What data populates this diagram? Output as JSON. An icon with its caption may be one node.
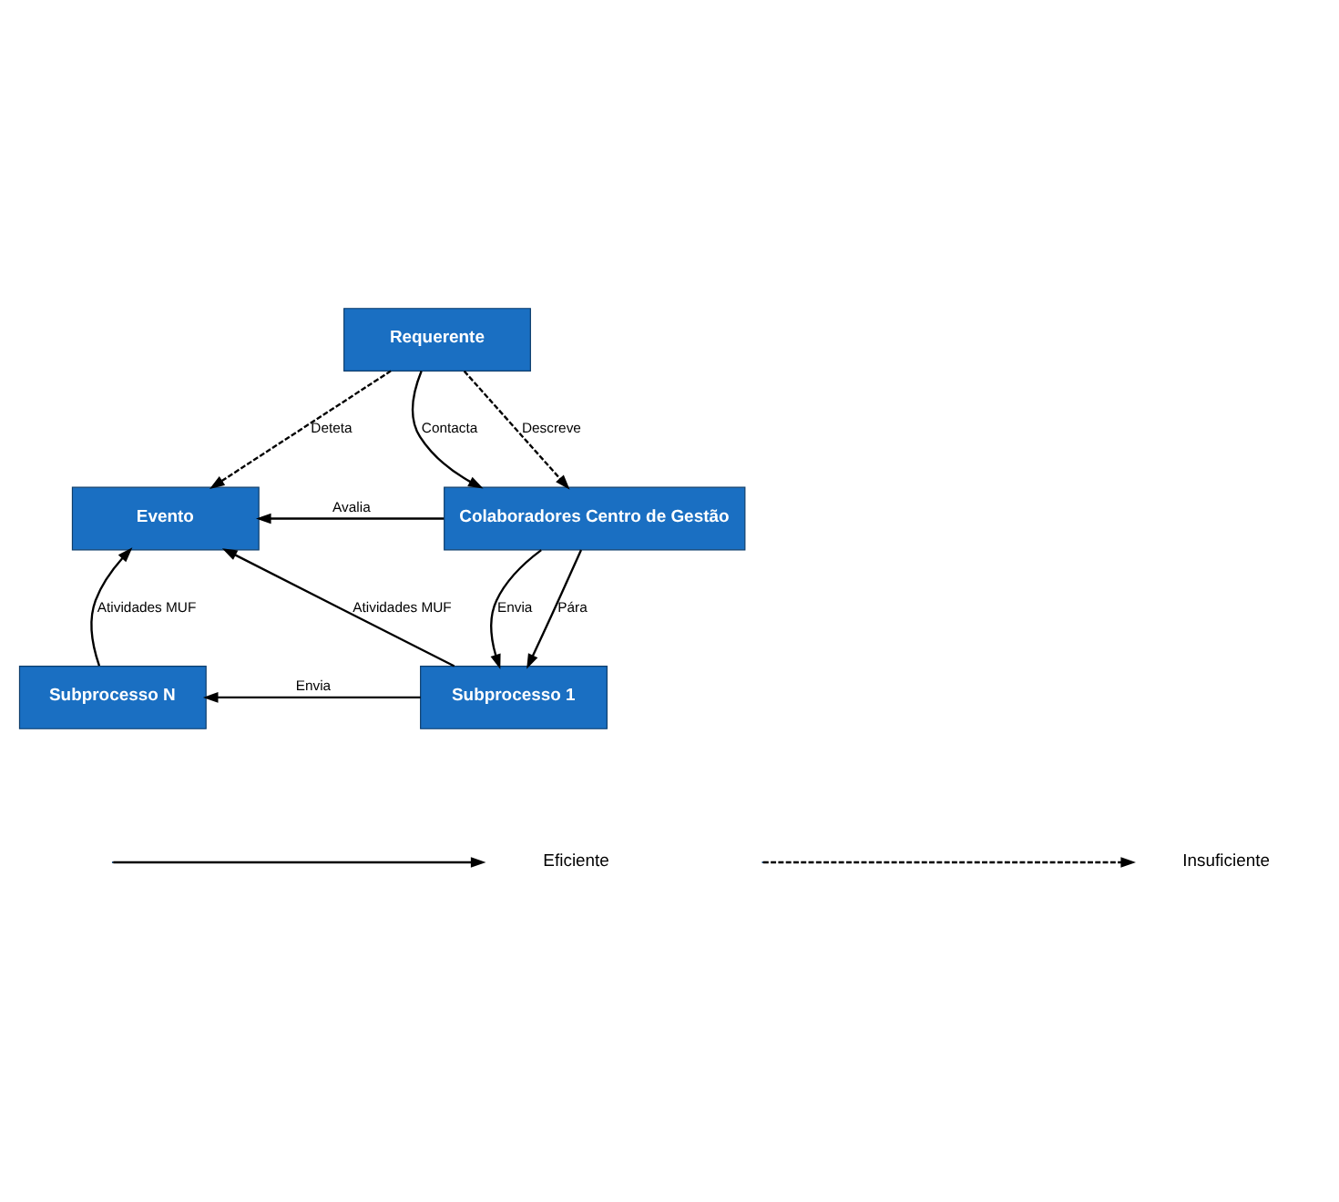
{
  "diagram": {
    "nodes": [
      {
        "text": [
          "Requerente"
        ]
      },
      {
        "text": [
          "Evento"
        ]
      },
      {
        "text": [
          "Colaboradores Centro de Gestão"
        ]
      },
      {
        "text": [
          "Subprocesso N"
        ]
      },
      {
        "text": [
          "Subprocesso 1"
        ]
      }
    ],
    "edges": [
      {
        "from": 0,
        "to": 1,
        "arrow": "to",
        "label": "Deteta",
        "style": "dashed"
      },
      {
        "from": 0,
        "to": 2,
        "arrow": "to",
        "label": "Contacta"
      },
      {
        "from": 0,
        "to": 2,
        "arrow": "to",
        "label": "Descreve",
        "style": "dashed"
      },
      {
        "from": 2,
        "to": 1,
        "arrow": "to",
        "label": "Avalia"
      },
      {
        "from": 2,
        "to": 4,
        "arrow": "to",
        "label": "Envia"
      },
      {
        "from": 2,
        "to": 4,
        "arrow": "to",
        "label": "Pára"
      },
      {
        "from": 3,
        "to": 1,
        "arrow": "to",
        "label": "Atividades MUF"
      },
      {
        "from": 4,
        "to": 1,
        "arrow": "to",
        "label": "Atividades MUF"
      },
      {
        "from": 4,
        "to": 3,
        "arrow": "to",
        "label": "Envia"
      }
    ],
    "legend": [
      {
        "text": "Eficiente"
      },
      {
        "text": "Insuficiente"
      }
    ]
  }
}
